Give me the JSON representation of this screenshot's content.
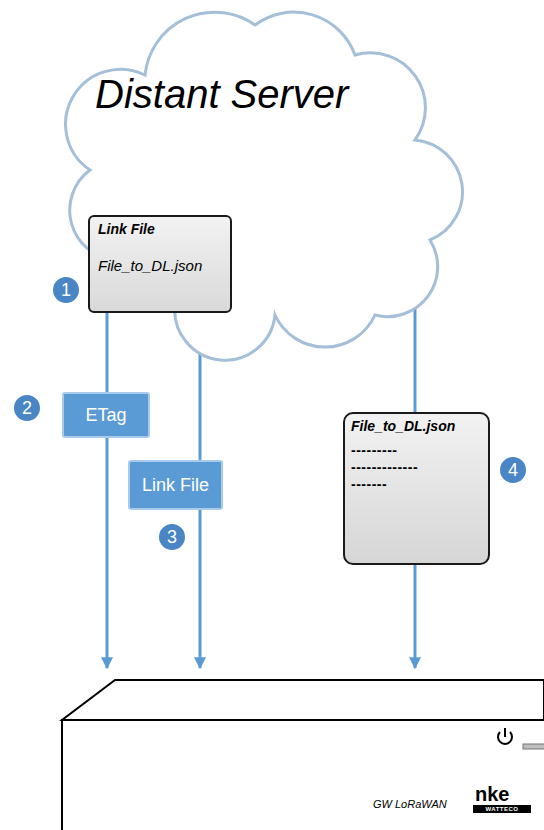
{
  "diagram": {
    "nodes": [
      {
        "text": [
          "Distant Server"
        ]
      },
      {
        "text": [
          "Link File",
          "File_to_DL.json"
        ],
        "in": 0
      },
      {
        "text": [
          "ETag"
        ]
      },
      {
        "text": [
          "Link File"
        ]
      },
      {
        "text": [
          "File_to_DL.json",
          "---------",
          "-------------",
          "-------"
        ]
      },
      {
        "text": [
          "GW LoRaWAN",
          "nke",
          "WATTECO"
        ]
      }
    ],
    "edges": [
      {
        "from": 1,
        "to": 2,
        "arrow": "none"
      },
      {
        "from": 2,
        "to": 5,
        "arrow": "to"
      },
      {
        "from": 1,
        "to": 3,
        "arrow": "none"
      },
      {
        "from": 3,
        "to": 5,
        "arrow": "to"
      },
      {
        "from": 0,
        "to": 4,
        "arrow": "none"
      },
      {
        "from": 4,
        "to": 5,
        "arrow": "to"
      }
    ],
    "labels": [
      "1",
      "2",
      "3",
      "4"
    ]
  }
}
